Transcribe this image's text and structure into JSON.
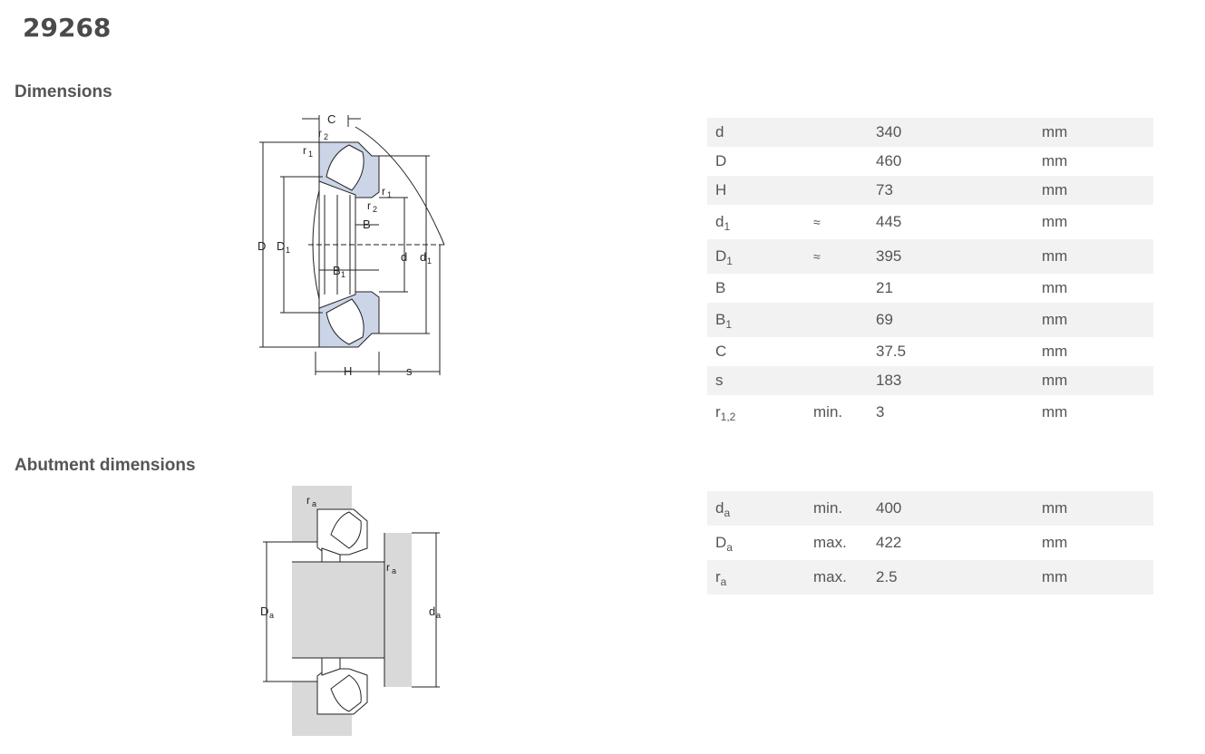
{
  "title": "29268",
  "sections": {
    "dimensions": "Dimensions",
    "abutment": "Abutment dimensions"
  },
  "dimensions_rows": [
    {
      "symbol": "d",
      "sub": "",
      "qualifier": "",
      "value": "340",
      "unit": "mm"
    },
    {
      "symbol": "D",
      "sub": "",
      "qualifier": "",
      "value": "460",
      "unit": "mm"
    },
    {
      "symbol": "H",
      "sub": "",
      "qualifier": "",
      "value": "73",
      "unit": "mm"
    },
    {
      "symbol": "d",
      "sub": "1",
      "qualifier": "≈",
      "value": "445",
      "unit": "mm"
    },
    {
      "symbol": "D",
      "sub": "1",
      "qualifier": "≈",
      "value": "395",
      "unit": "mm"
    },
    {
      "symbol": "B",
      "sub": "",
      "qualifier": "",
      "value": "21",
      "unit": "mm"
    },
    {
      "symbol": "B",
      "sub": "1",
      "qualifier": "",
      "value": "69",
      "unit": "mm"
    },
    {
      "symbol": "C",
      "sub": "",
      "qualifier": "",
      "value": "37.5",
      "unit": "mm"
    },
    {
      "symbol": "s",
      "sub": "",
      "qualifier": "",
      "value": "183",
      "unit": "mm"
    },
    {
      "symbol": "r",
      "sub": "1,2",
      "qualifier": "min.",
      "value": "3",
      "unit": "mm"
    }
  ],
  "abutment_rows": [
    {
      "symbol": "d",
      "sub": "a",
      "qualifier": "min.",
      "value": "400",
      "unit": "mm"
    },
    {
      "symbol": "D",
      "sub": "a",
      "qualifier": "max.",
      "value": "422",
      "unit": "mm"
    },
    {
      "symbol": "r",
      "sub": "a",
      "qualifier": "max.",
      "value": "2.5",
      "unit": "mm"
    }
  ],
  "drawing1_labels": {
    "C": "C",
    "r": "r",
    "s1": "1",
    "s2": "2",
    "B": "B",
    "D": "D",
    "d": "d",
    "H": "H",
    "s": "s"
  },
  "drawing2_labels": {
    "r": "r",
    "a": "a",
    "D": "D",
    "d": "d"
  },
  "colors": {
    "bearing_fill": "#ccd4e8",
    "housing_fill": "#d9d9d9",
    "row_stripe": "#f2f2f2"
  }
}
